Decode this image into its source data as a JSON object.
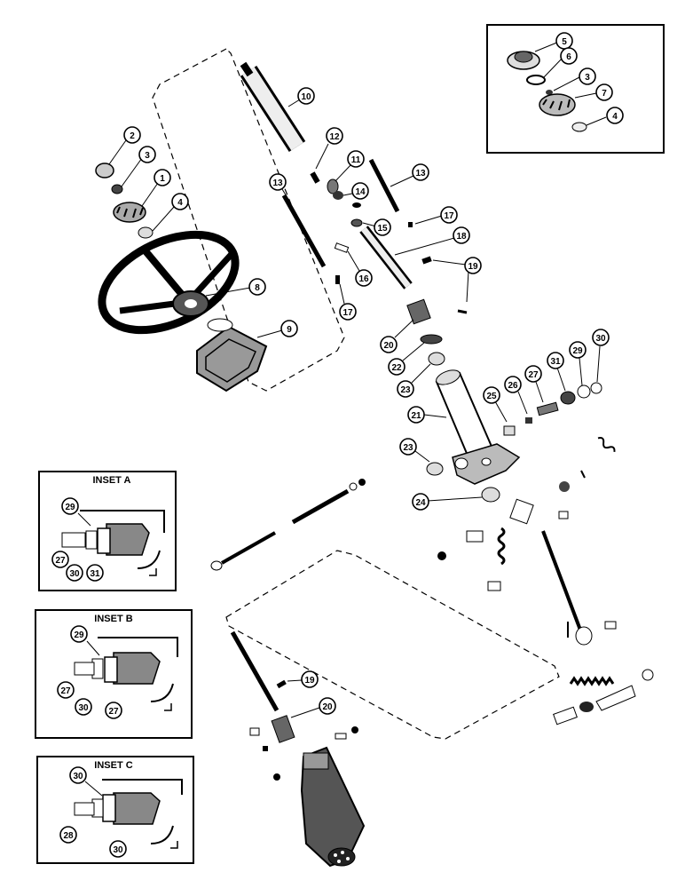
{
  "diagram": {
    "callouts": {
      "c1": "1",
      "c2": "2",
      "c3": "3",
      "c4": "4",
      "c8": "8",
      "c9": "9",
      "c10": "10",
      "c11": "11",
      "c12": "12",
      "c13a": "13",
      "c13b": "13",
      "c14": "14",
      "c15": "15",
      "c16": "16",
      "c17a": "17",
      "c17b": "17",
      "c18": "18",
      "c19": "19",
      "c20": "20",
      "c21": "21",
      "c22": "22",
      "c23a": "23",
      "c23b": "23",
      "c24": "24",
      "c25": "25",
      "c26": "26",
      "c27": "27",
      "c29": "29",
      "c30": "30",
      "c31": "31",
      "c19b": "19",
      "c20b": "20"
    },
    "top_inset": {
      "c5": "5",
      "c6": "6",
      "c3": "3",
      "c7": "7",
      "c4": "4"
    },
    "insets": [
      {
        "title": "INSET A",
        "labels": {
          "l1": "29",
          "l2": "27",
          "l3": "30",
          "l4": "31"
        }
      },
      {
        "title": "INSET B",
        "labels": {
          "l1": "29",
          "l2": "27",
          "l3": "30",
          "l4": "27"
        }
      },
      {
        "title": "INSET C",
        "labels": {
          "l1": "30",
          "l2": "28",
          "l3": "30"
        }
      }
    ]
  }
}
